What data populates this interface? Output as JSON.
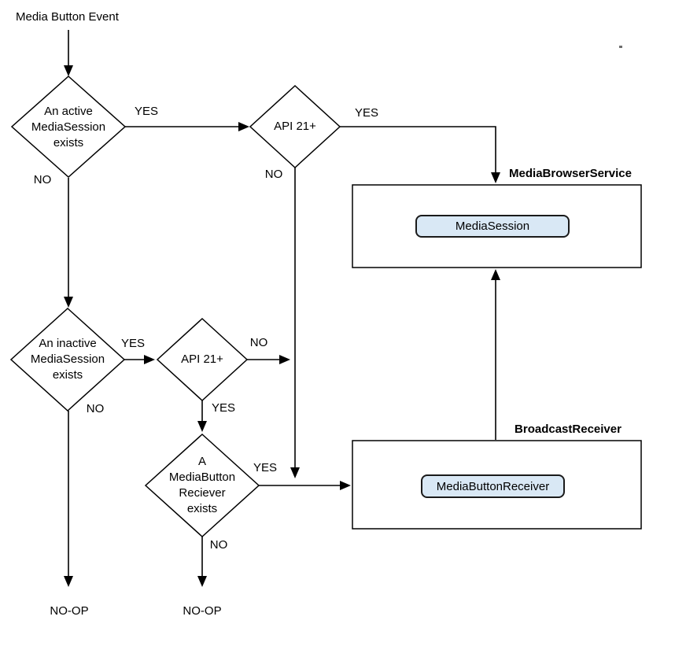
{
  "theme": {
    "chip_fill": "#d9e8f5",
    "chip_border": "#1a1a1a",
    "line_color": "#000000"
  },
  "start": {
    "label": "Media Button Event"
  },
  "decisions": {
    "active_session": "An active\nMediaSession\nexists",
    "api21_top": "API 21+",
    "inactive_session": "An inactive\nMediaSession\nexists",
    "api21_bottom": "API 21+",
    "button_receiver": "A\nMediaButton\nReciever\nexists"
  },
  "branch": {
    "yes": "YES",
    "no": "NO"
  },
  "containers": {
    "media_browser_service": {
      "title": "MediaBrowserService",
      "chip": "MediaSession"
    },
    "broadcast_receiver": {
      "title": "BroadcastReceiver",
      "chip": "MediaButtonReceiver"
    }
  },
  "terminals": {
    "noop": "NO-OP"
  }
}
